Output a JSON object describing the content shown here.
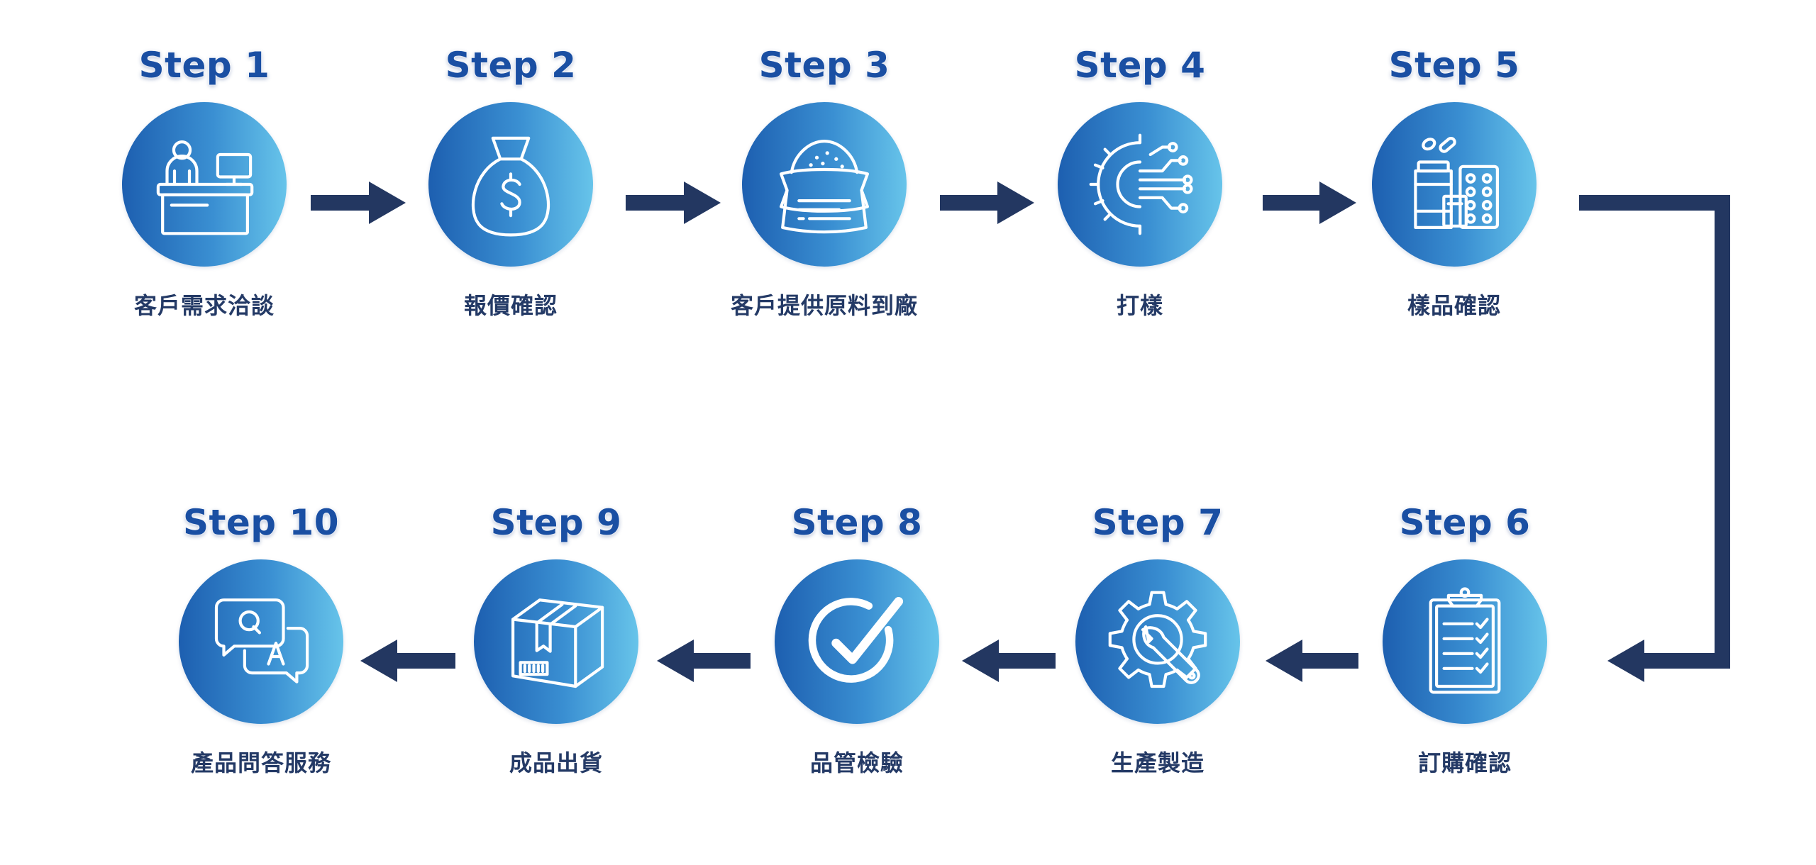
{
  "steps": [
    {
      "title": "Step 1",
      "label": "客戶需求洽談",
      "icon": "reception-desk-icon"
    },
    {
      "title": "Step 2",
      "label": "報價確認",
      "icon": "money-bag-icon"
    },
    {
      "title": "Step 3",
      "label": "客戶提供原料到廠",
      "icon": "raw-material-sack-icon"
    },
    {
      "title": "Step 4",
      "label": "打樣",
      "icon": "gear-circuit-icon"
    },
    {
      "title": "Step 5",
      "label": "樣品確認",
      "icon": "sample-bottle-pills-icon"
    },
    {
      "title": "Step 6",
      "label": "訂購確認",
      "icon": "clipboard-checklist-icon"
    },
    {
      "title": "Step 7",
      "label": "生產製造",
      "icon": "gear-wrench-icon"
    },
    {
      "title": "Step 8",
      "label": "品管檢驗",
      "icon": "checkmark-icon"
    },
    {
      "title": "Step 9",
      "label": "成品出貨",
      "icon": "shipping-box-icon"
    },
    {
      "title": "Step 10",
      "label": "產品問答服務",
      "icon": "qa-chat-bubbles-icon"
    }
  ],
  "colors": {
    "title": "#1a4fa3",
    "label": "#243a66",
    "arrow": "#233761",
    "circle_start": "#1d5fb0",
    "circle_end": "#67c4ea"
  }
}
